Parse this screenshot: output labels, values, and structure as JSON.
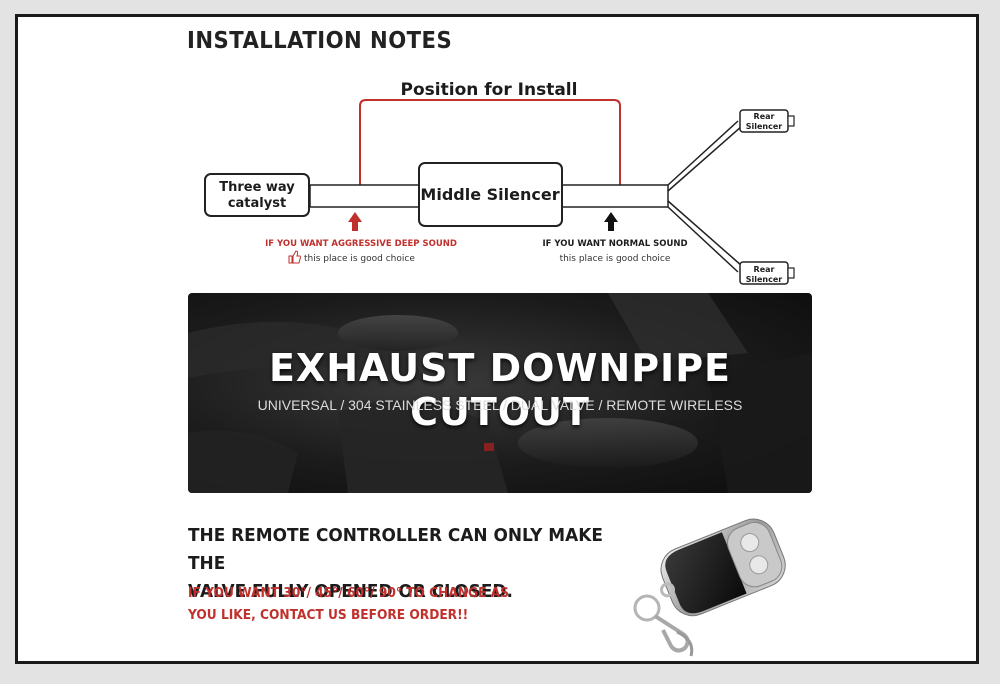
{
  "heading": "INSTALLATION NOTES",
  "diagram": {
    "position_label": "Position for Install",
    "catalyst_line1": "Three way",
    "catalyst_line2": "catalyst",
    "middle_silencer": "Middle Silencer",
    "rear_top_line1": "Rear",
    "rear_top_line2": "Silencer",
    "rear_bottom_line1": "Rear",
    "rear_bottom_line2": "Silencer",
    "aggressive_title": "IF YOU WANT AGGRESSIVE DEEP SOUND",
    "aggressive_sub": "this place is good choice",
    "normal_title": "IF YOU WANT NORMAL SOUND",
    "normal_sub": "this place is good choice",
    "accent_color": "#c0302c"
  },
  "banner": {
    "title": "EXHAUST DOWNPIPE CUTOUT",
    "subtitle": "UNIVERSAL / 304 STAINLESS STEEL / DUAL VALVE / REMOTE WIRELESS"
  },
  "remote_note": {
    "line1": "THE REMOTE CONTROLLER CAN ONLY MAKE THE",
    "line2": "VALVE FULLY OPENED OR CLOSED.",
    "red_line1": "IF YOU WANT 30°/ 45°/ 60°/ 90° TO CHANGE AS",
    "red_line2": "YOU LIKE, CONTACT US BEFORE ORDER!!"
  },
  "icons": [
    "up-arrow-icon",
    "thumbs-up-icon",
    "remote-control-icon"
  ]
}
